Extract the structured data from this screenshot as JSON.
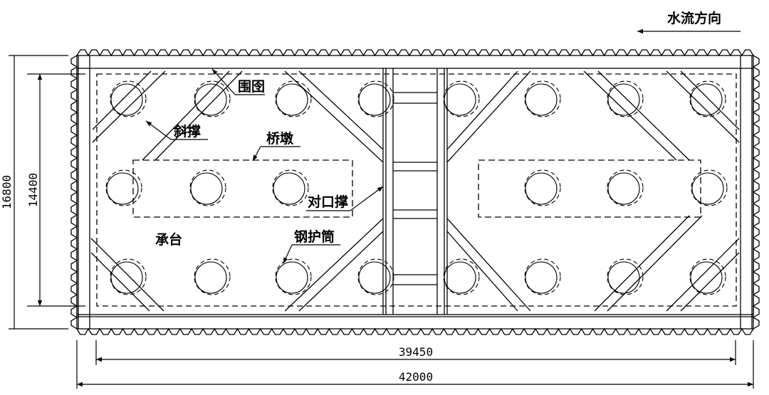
{
  "labels": {
    "flow_direction": "水流方向",
    "cofferdam": "围囹",
    "diagonal_brace": "斜撑",
    "pier": "桥墩",
    "butt_strut": "对口撑",
    "pile_cap": "承台",
    "steel_casing": "钢护筒"
  },
  "dimensions": {
    "outer_height": "16800",
    "inner_height": "14400",
    "inner_width": "39450",
    "outer_width": "42000"
  },
  "colors": {
    "line": "#000000",
    "background": "#ffffff"
  }
}
